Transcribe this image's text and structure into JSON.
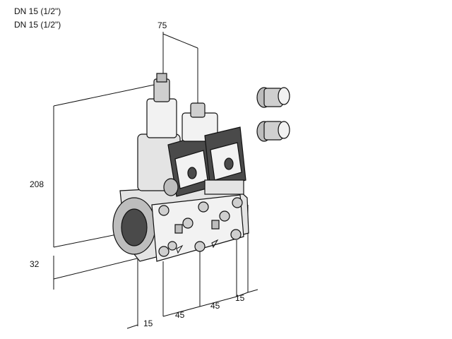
{
  "header": {
    "line1": "DN 15 (1/2\")",
    "line2": "DN 15 (1/2\")"
  },
  "dimensions": {
    "top_width": "75",
    "height": "208",
    "bottom_offset": "32",
    "d1": "15",
    "d2": "45",
    "d3": "45",
    "d4": "15"
  }
}
